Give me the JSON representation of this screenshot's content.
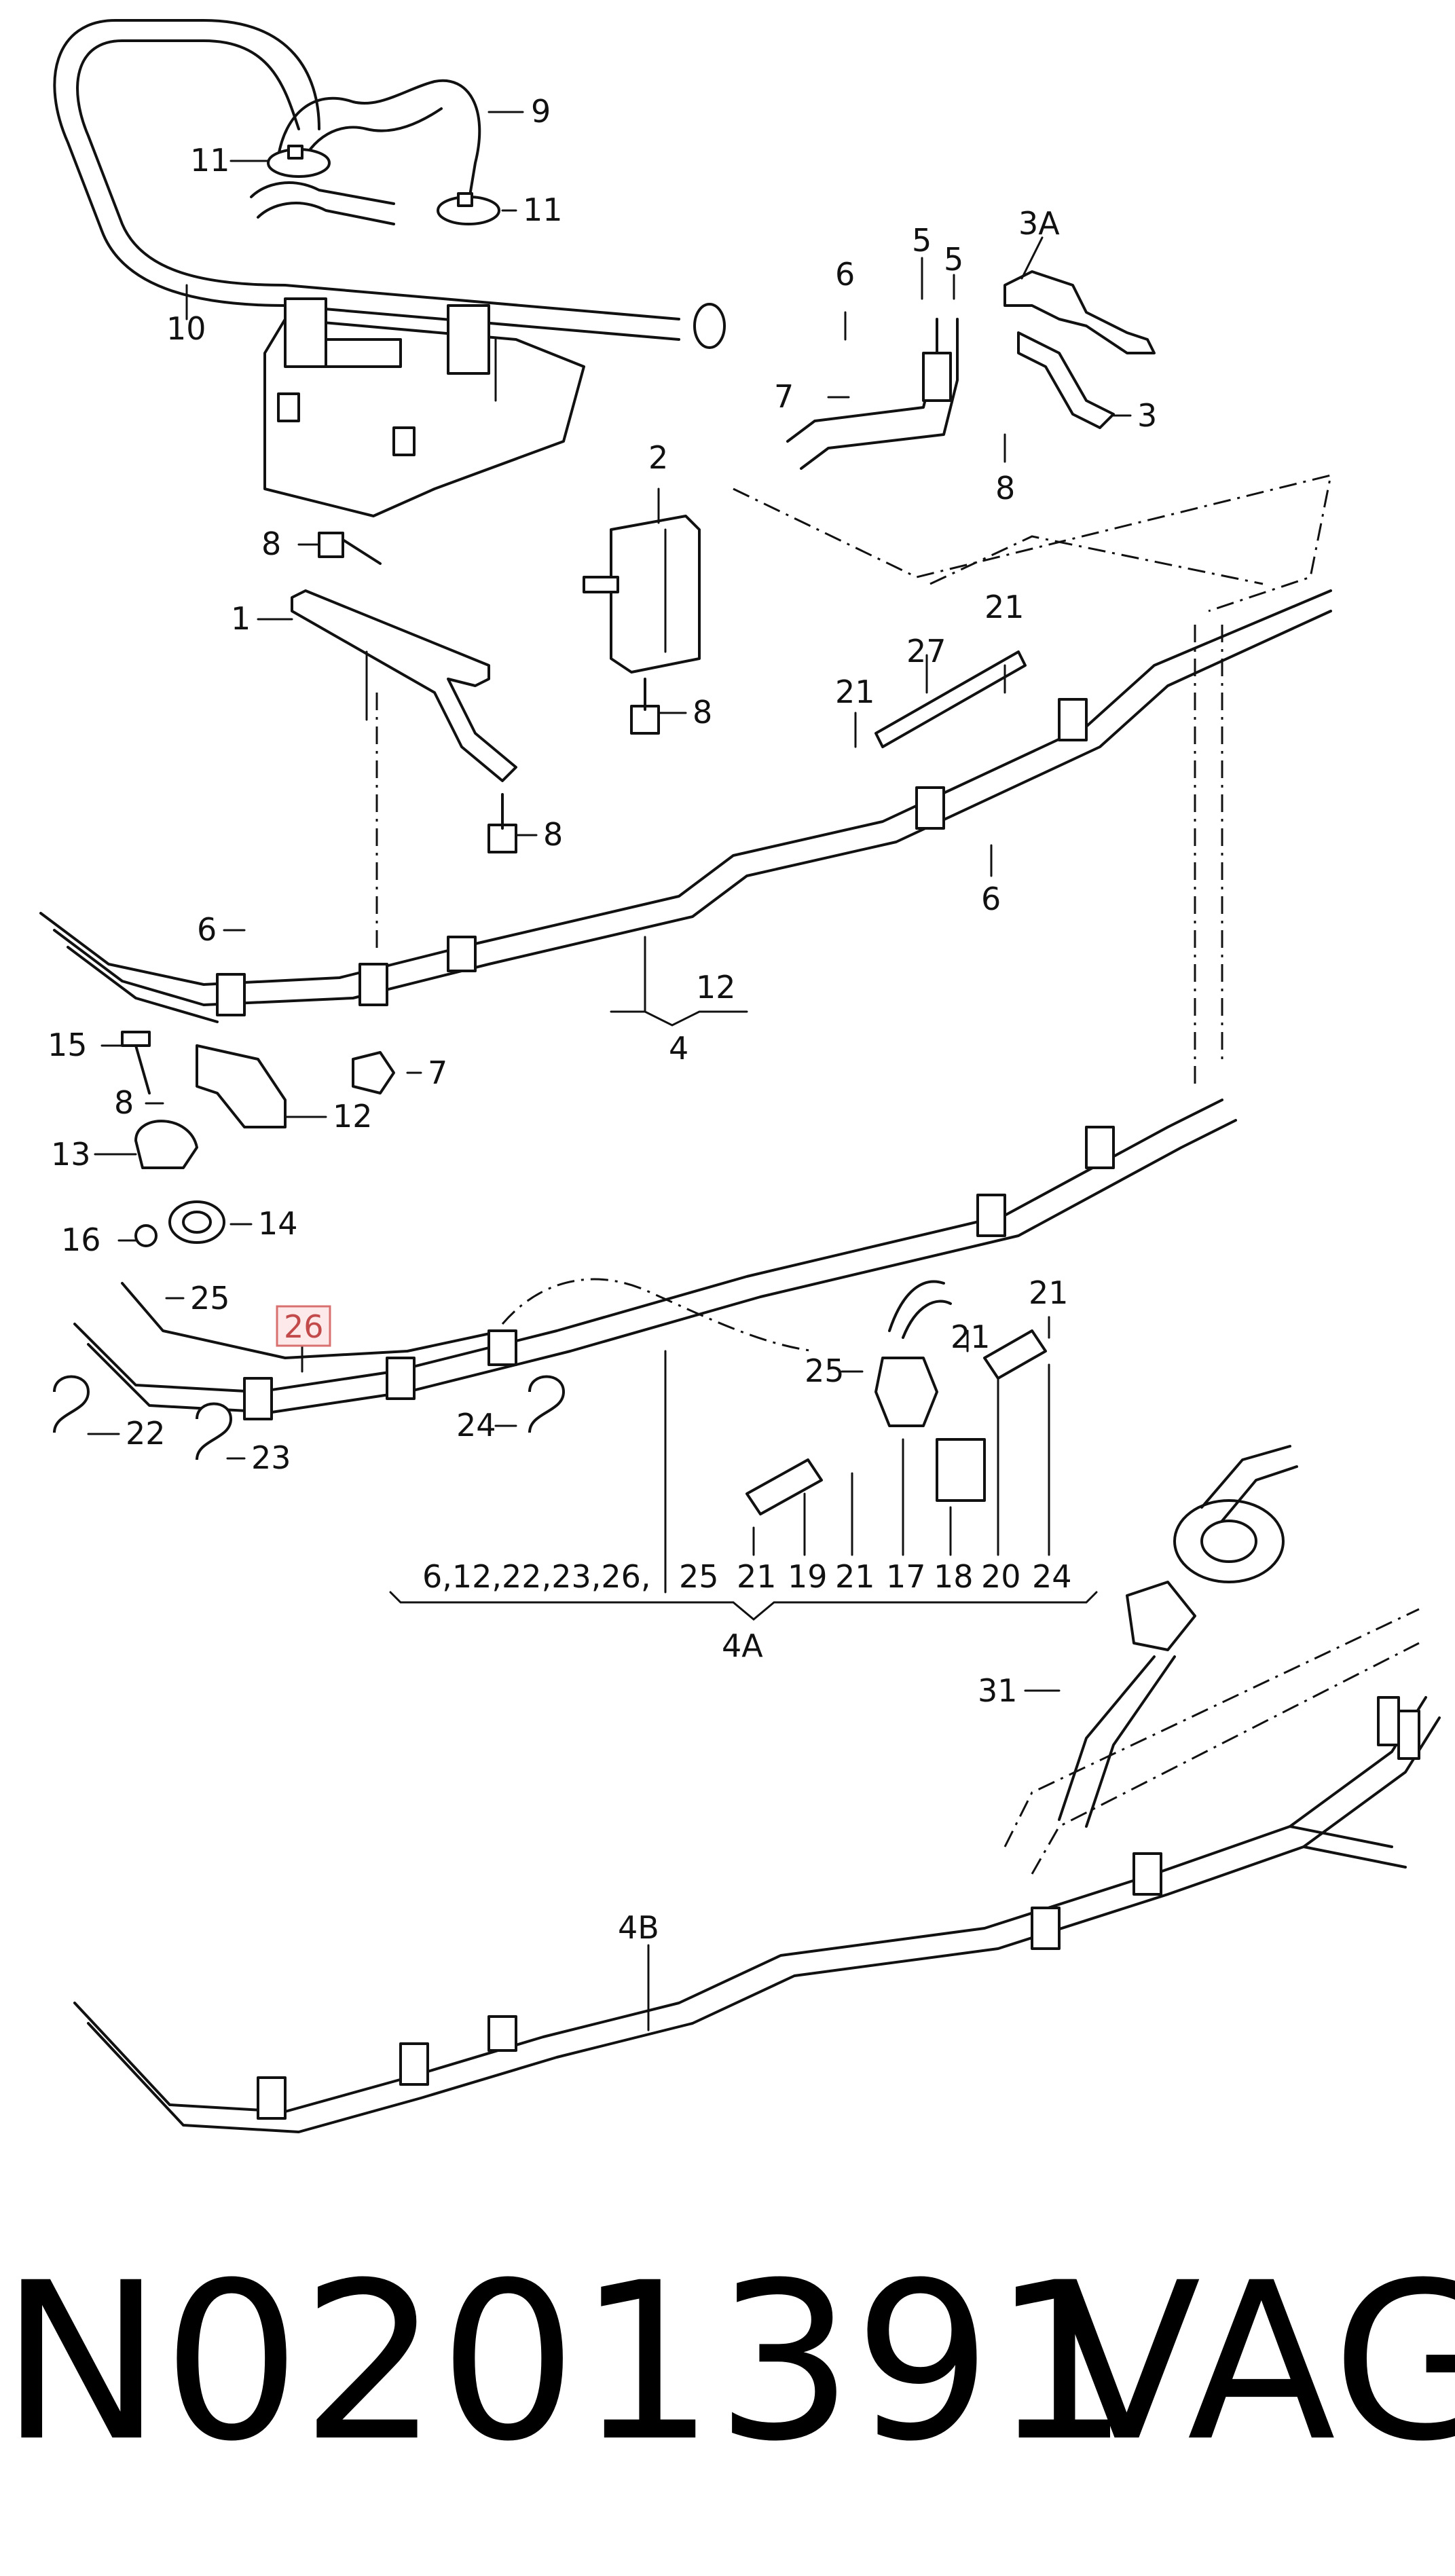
{
  "diagram": {
    "callouts": {
      "p1": "1",
      "p2": "2",
      "p3": "3",
      "p3a": "3A",
      "p4": "4",
      "p4a": "4A",
      "p4b": "4B",
      "p5a": "5",
      "p5b": "5",
      "p6a": "6",
      "p6b": "6",
      "p6c": "6",
      "p7a": "7",
      "p7b": "7",
      "p8a": "8",
      "p8b": "8",
      "p8c": "8",
      "p8d": "8",
      "p8e": "8",
      "p9": "9",
      "p10": "10",
      "p11a": "11",
      "p11b": "11",
      "p12a": "12",
      "p12b": "12",
      "p13": "13",
      "p14": "14",
      "p15": "15",
      "p16": "16",
      "p17": "17",
      "p18": "18",
      "p19": "19",
      "p20": "20",
      "p21a": "21",
      "p21b": "21",
      "p21c": "21",
      "p21d": "21",
      "p21e": "21",
      "p21f": "21",
      "p22": "22",
      "p23": "23",
      "p24a": "24",
      "p24b": "24",
      "p25a": "25",
      "p25b": "25",
      "p25c": "25",
      "p26": "26",
      "p26list": "6,12,22,23,26,",
      "p27": "27",
      "p31": "31"
    },
    "highlight_color": "#d97070"
  },
  "footer": {
    "part_number": "N0201391",
    "brand": "VAG"
  }
}
